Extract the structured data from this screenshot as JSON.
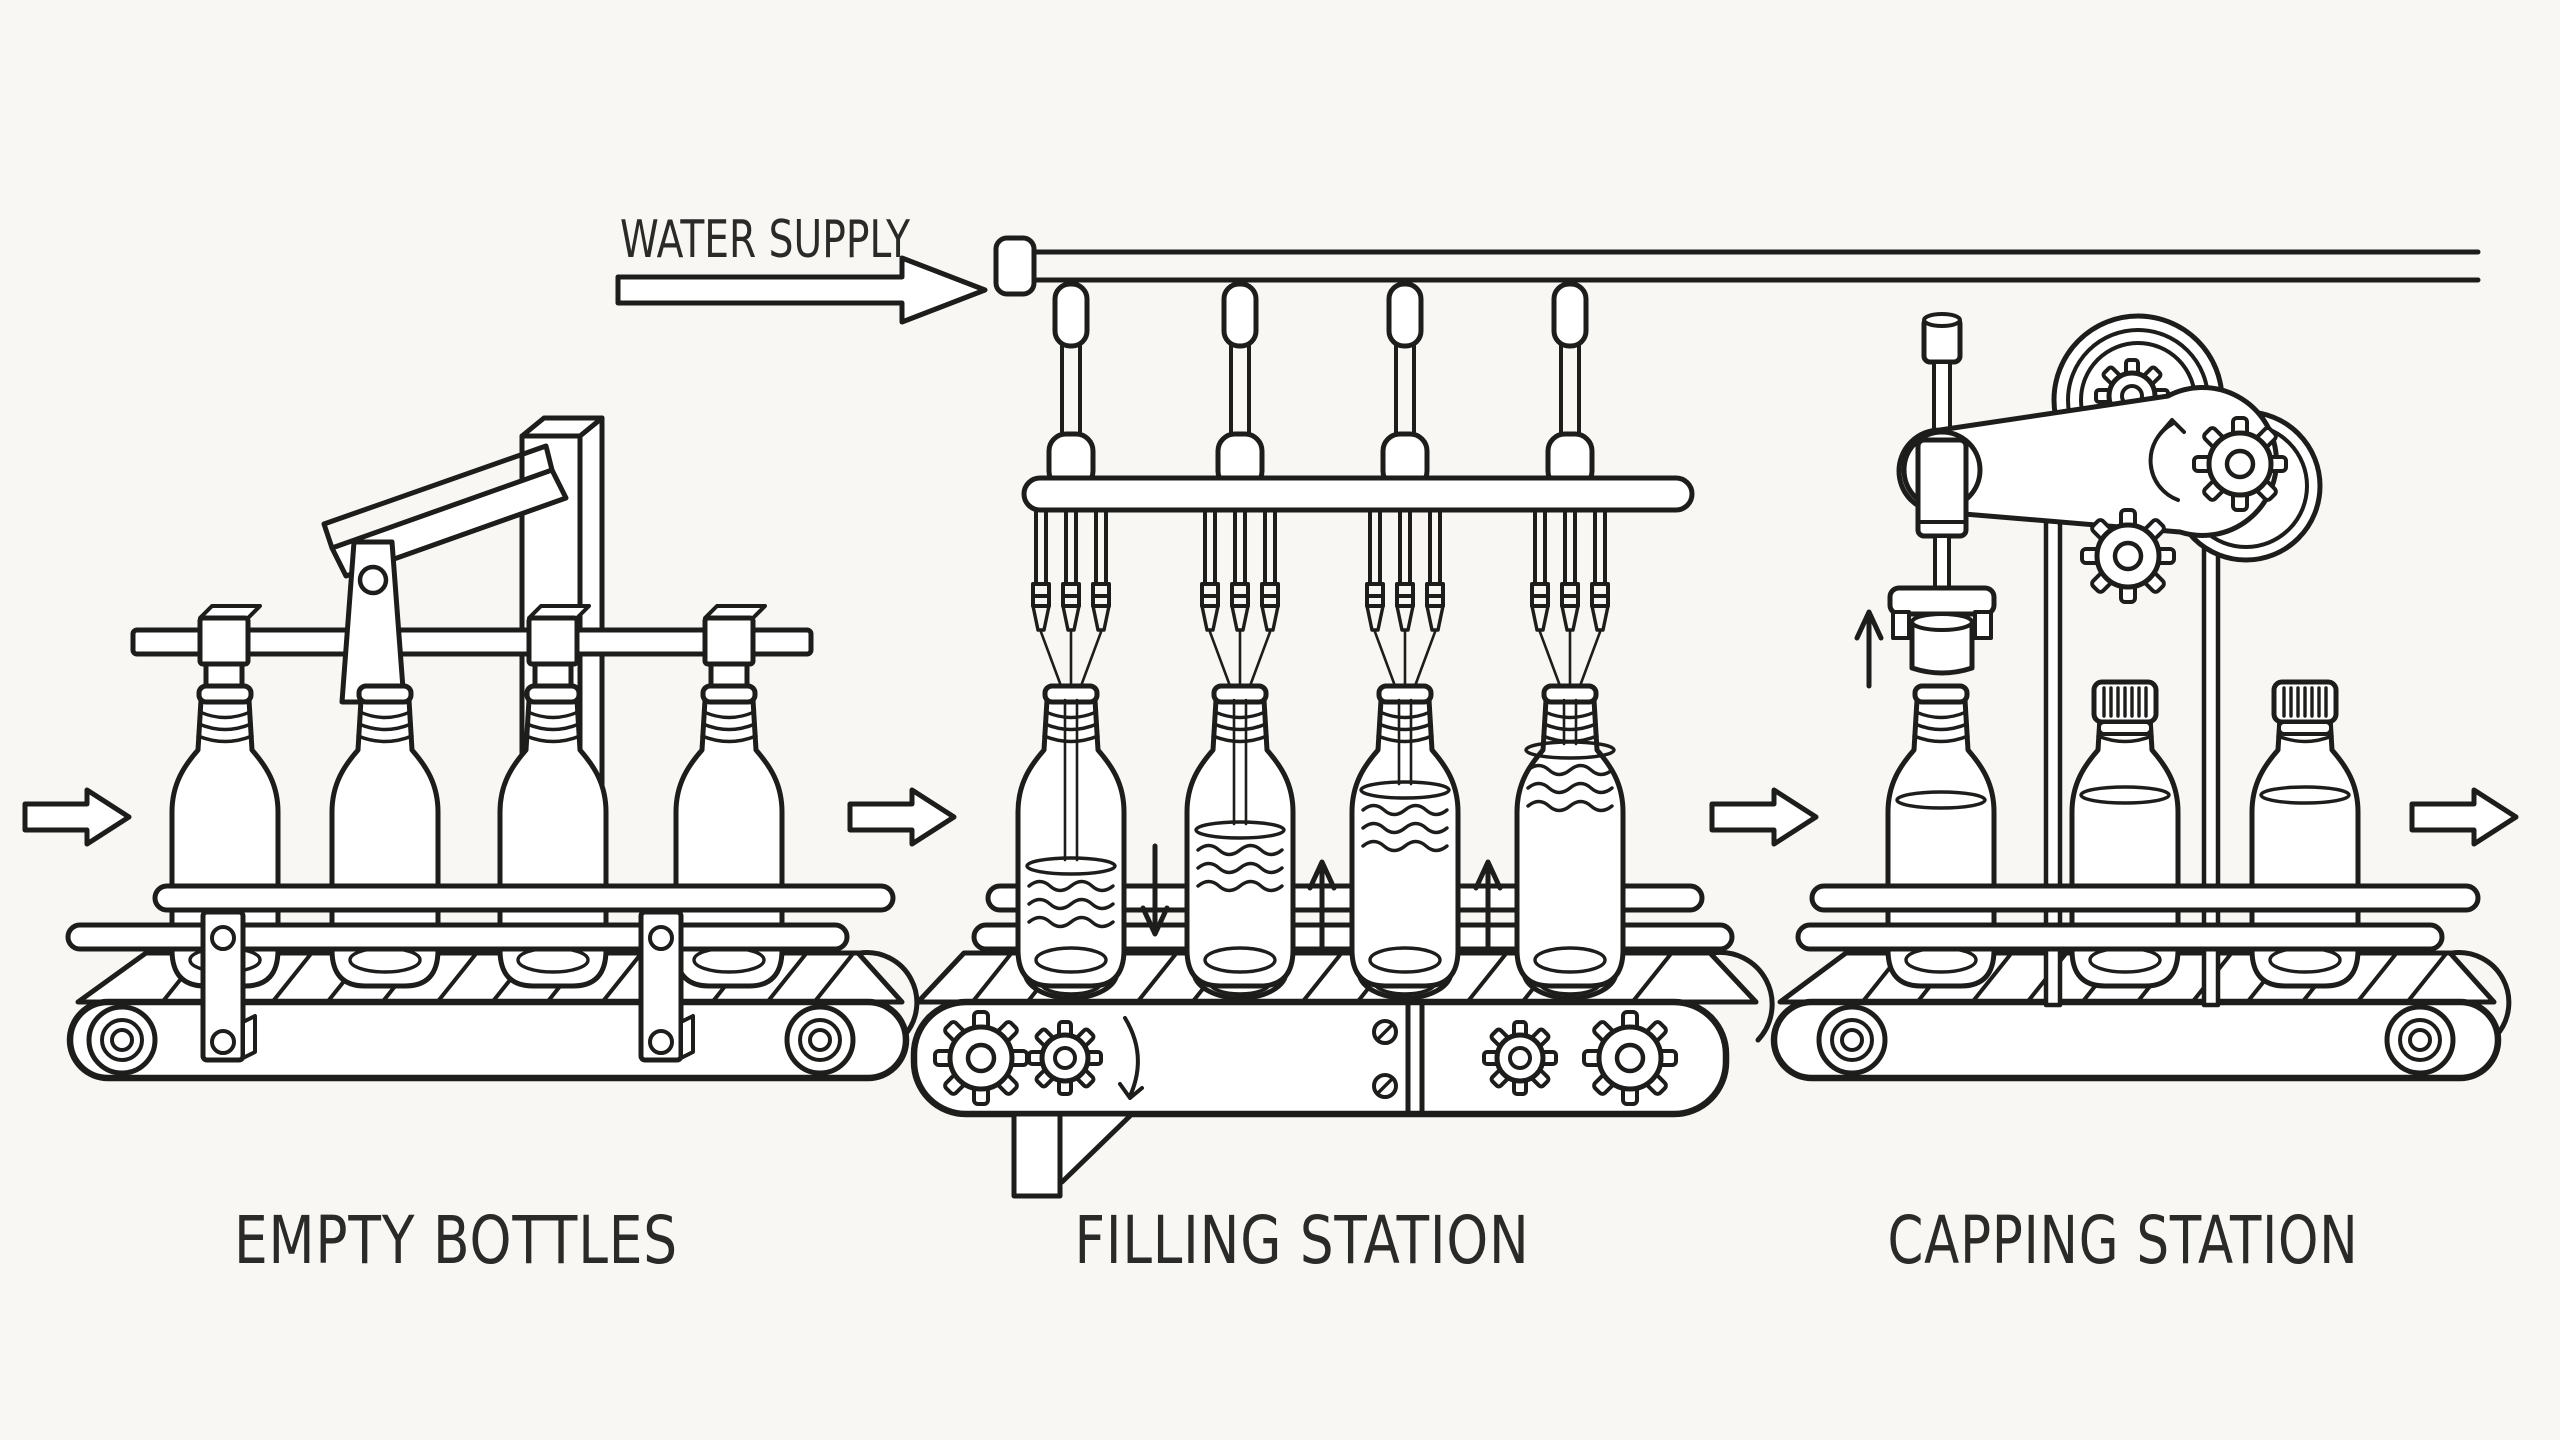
{
  "palette": {
    "background": "#f8f7f4",
    "line_color": "#1d1d1b",
    "label_color": "#2a2a28"
  },
  "water_supply": {
    "label": "WATER SUPPLY",
    "arrow_direction": "right"
  },
  "stations": [
    {
      "id": "empty-bottles",
      "label": "EMPTY BOTTLES",
      "bottle_count": 4,
      "bottle_state": "empty"
    },
    {
      "id": "filling-station",
      "label": "FILLING STATION",
      "bottle_count": 4,
      "bottle_state": "filling",
      "nozzle_groups": 4,
      "nozzles_per_group": 3,
      "fill_levels": [
        0.35,
        0.45,
        0.55,
        0.65
      ],
      "fill_direction_arrows": [
        "down",
        "up",
        "up"
      ]
    },
    {
      "id": "capping-station",
      "label": "CAPPING STATION",
      "bottle_count": 3,
      "bottle_state": "1 open filled, 2 capped",
      "capper_arrow": "up"
    }
  ],
  "flow_arrows": [
    "line-inlet",
    "empty-to-filling",
    "filling-to-capping",
    "line-outlet"
  ]
}
